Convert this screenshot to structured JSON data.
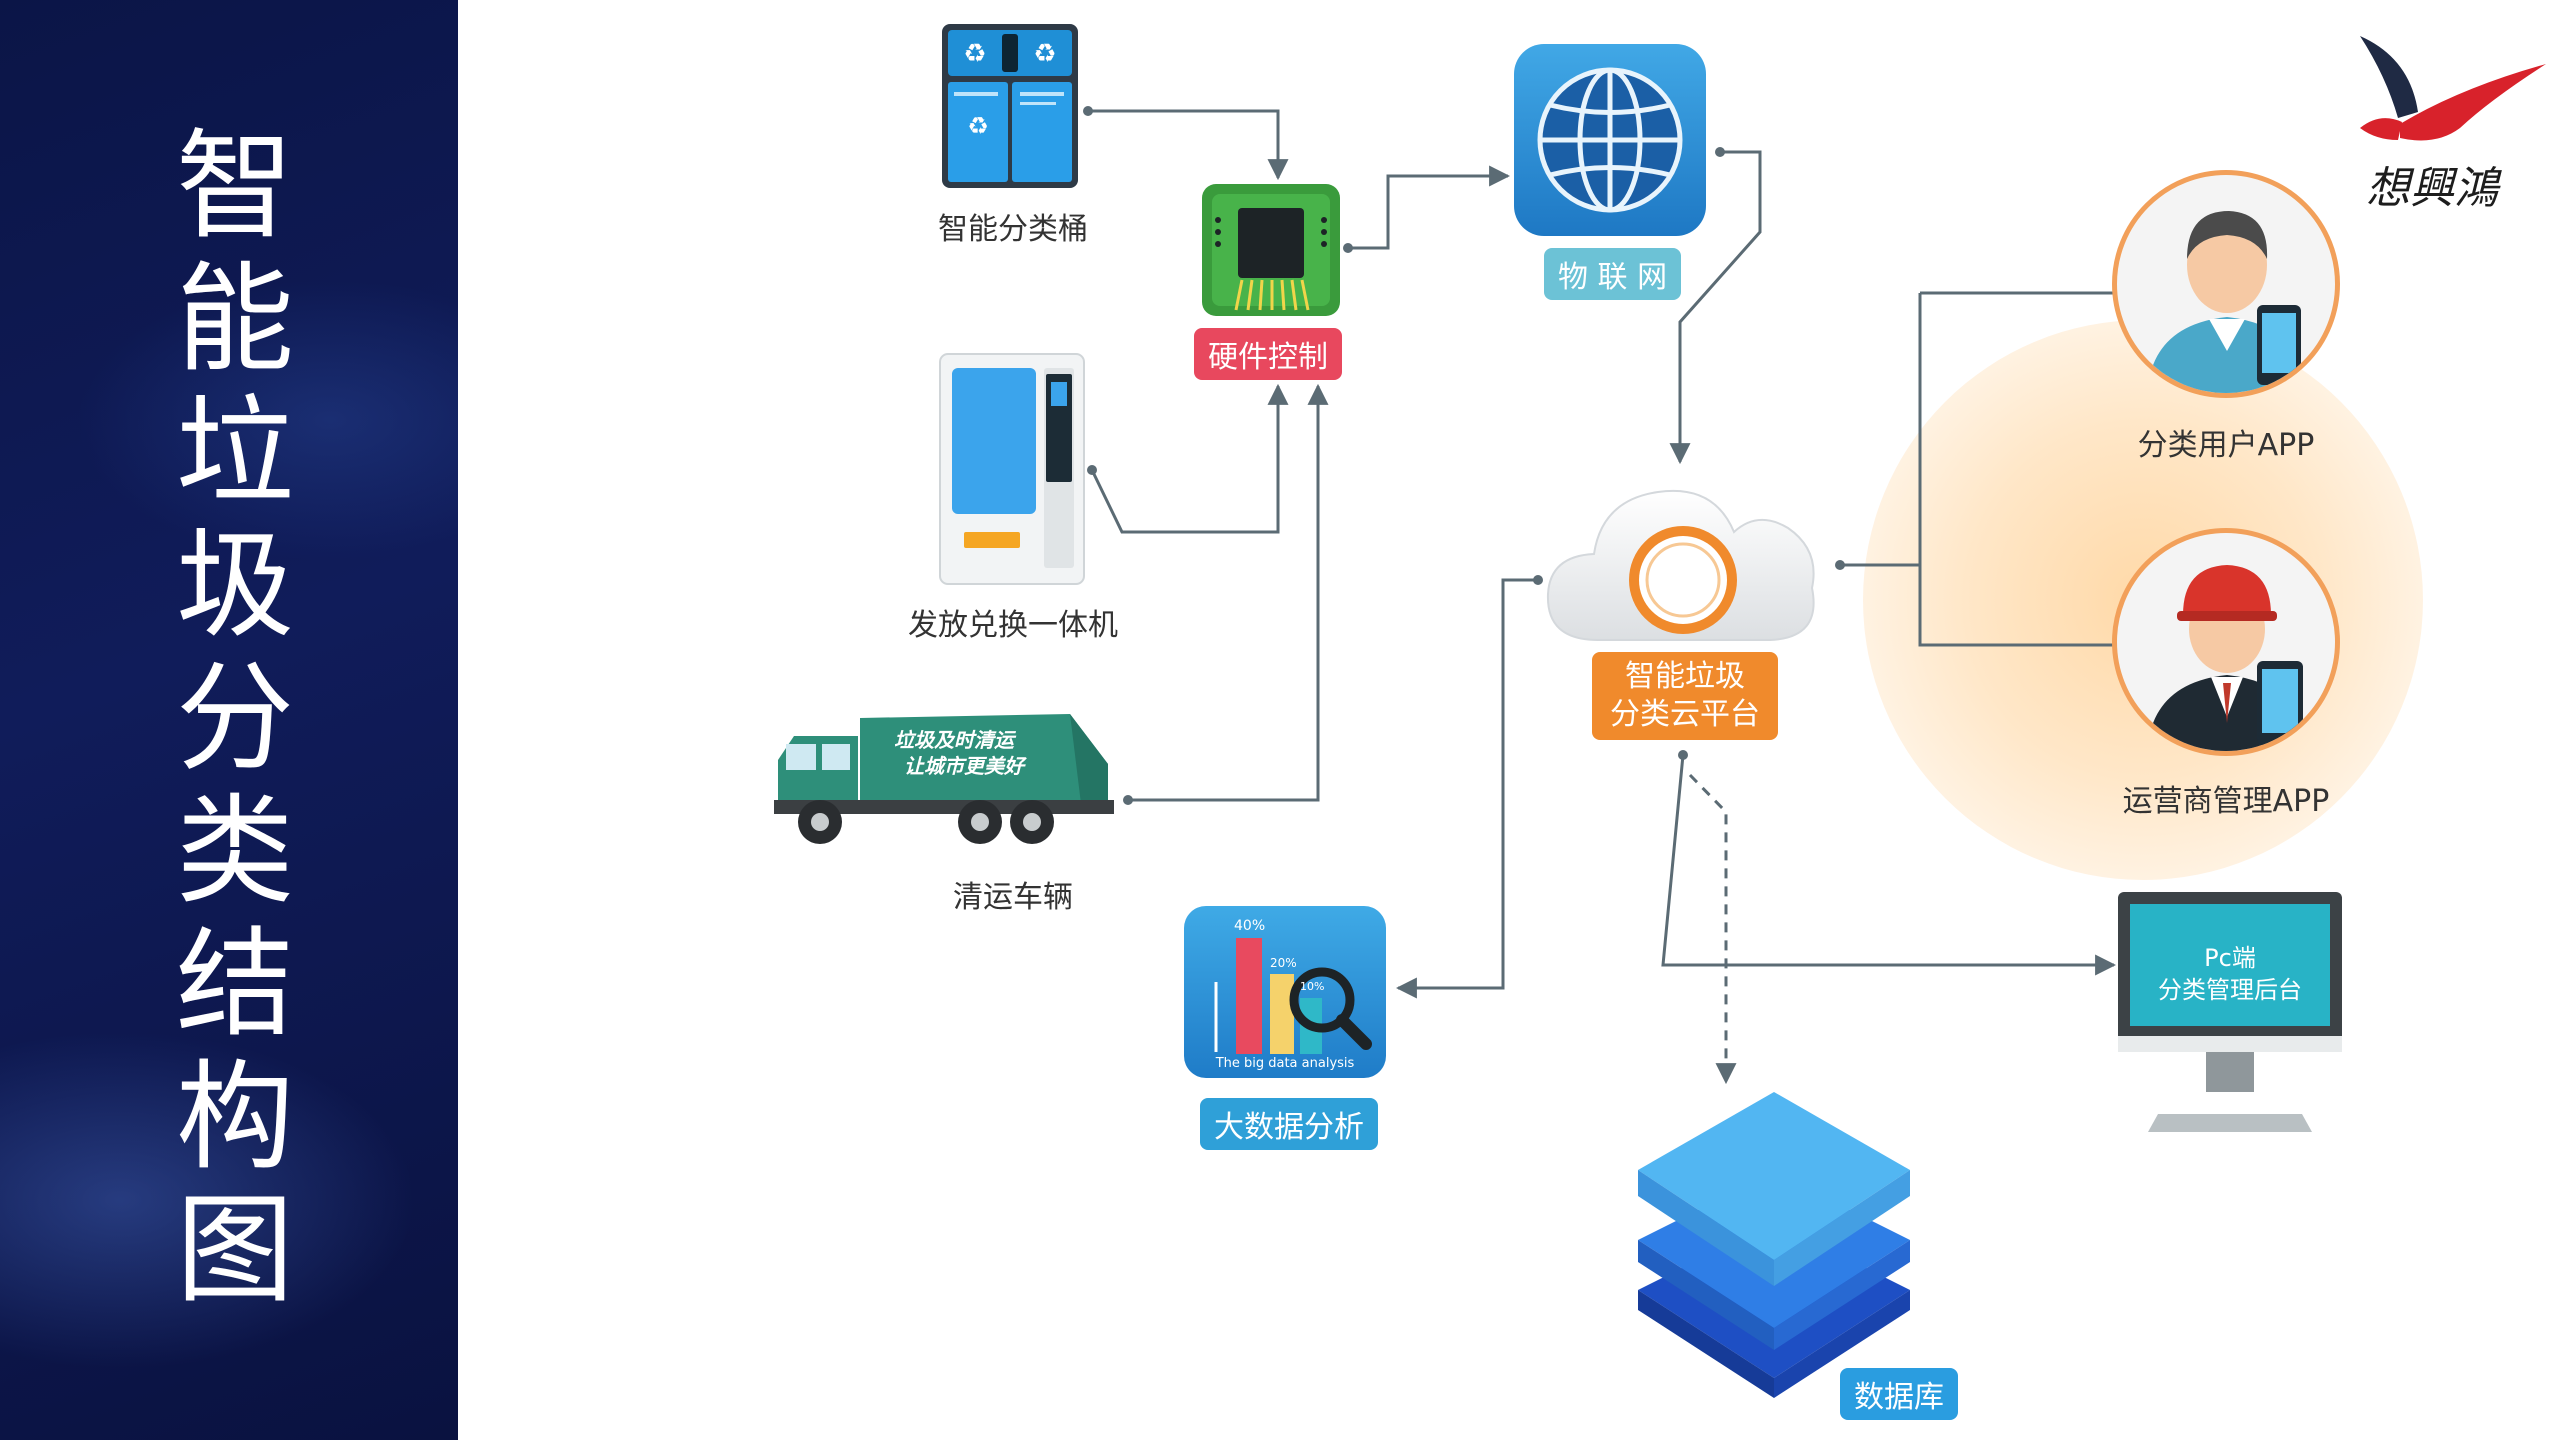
{
  "sidebar": {
    "title_chars": [
      "智",
      "能",
      "垃",
      "圾",
      "分",
      "类",
      "结",
      "构",
      "图"
    ]
  },
  "logo": {
    "text": "想興鴻"
  },
  "nodes": {
    "smart_bin": "智能分类桶",
    "hardware": "硬件控制",
    "iot": "物 联 网",
    "kiosk": "发放兑换一体机",
    "truck": "清运车辆",
    "truck_slogan_1": "垃圾及时清运",
    "truck_slogan_2": "让城市更美好",
    "cloud_1": "智能垃圾",
    "cloud_2": "分类云平台",
    "user_app": "分类用户APP",
    "operator_app": "运营商管理APP",
    "pc_1": "Pc端",
    "pc_2": "分类管理后台",
    "bigdata": "大数据分析",
    "bigdata_caption": "The big data analysis",
    "bigdata_pct_1": "40%",
    "bigdata_pct_2": "20%",
    "bigdata_pct_3": "10%",
    "database": "数据库"
  },
  "colors": {
    "sidebar_bg": "#0b1547",
    "hardware_pill": "#e8485e",
    "iot_pill": "#6cc2d6",
    "cloud_pill": "#f08a2c",
    "bigdata_pill": "#2fa0d8",
    "database_pill": "#2a9de0",
    "line": "#5b6b74"
  }
}
